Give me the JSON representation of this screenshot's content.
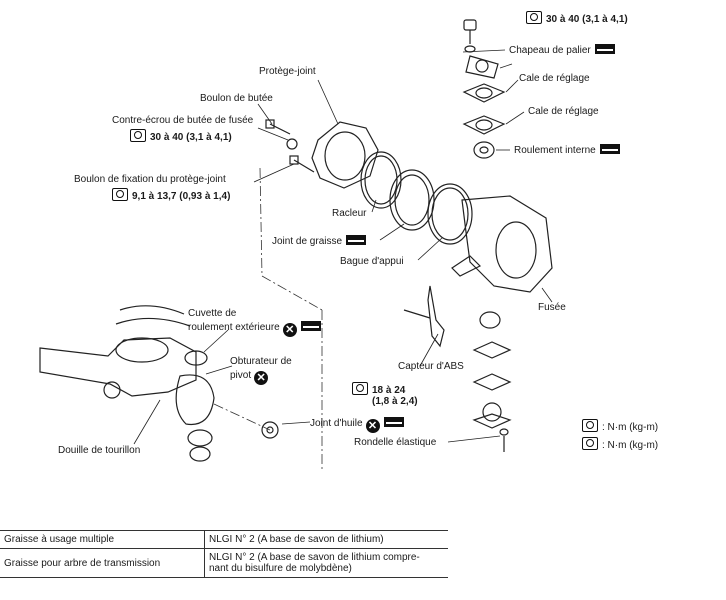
{
  "labels": {
    "top_torque": "30 à 40 (3,1 à 4,1)",
    "chapeau": "Chapeau de palier",
    "cale1": "Cale de réglage",
    "cale2": "Cale de réglage",
    "roulement": "Roulement interne",
    "protege_joint": "Protège-joint",
    "boulon_butee": "Boulon de butée",
    "contre_ecrou": "Contre-écrou de butée de fusée",
    "torque_contre": "30 à 40 (3,1 à 4,1)",
    "boulon_fixation": "Boulon de fixation du protège-joint",
    "torque_fixation": "9,1 à 13,7 (0,93 à 1,4)",
    "racleur": "Racleur",
    "joint_graisse": "Joint de graisse",
    "bague": "Bague d'appui",
    "fusee": "Fusée",
    "cuvette_1": "Cuvette de",
    "cuvette_2": "roulement extérieure",
    "obturateur_1": "Obturateur de",
    "obturateur_2": "pivot",
    "capteur": "Capteur d'ABS",
    "torque_abs_1": "18 à 24",
    "torque_abs_2": "(1,8 à 2,4)",
    "joint_huile": "Joint d'huile",
    "rondelle": "Rondelle élastique",
    "douille": "Douille de tourillon",
    "legend_1": ": N·m (kg-m)",
    "legend_2": ": N·m (kg-m)"
  },
  "table": {
    "rows": [
      {
        "name": "Graisse à usage multiple",
        "spec": "NLGI N° 2 (A base de savon de lithium)"
      },
      {
        "name": "Graisse pour arbre de transmission",
        "spec_1": "NLGI N° 2 (A base de savon de lithium compre-",
        "spec_2": "nant du bisulfure de molybdène)"
      }
    ]
  }
}
